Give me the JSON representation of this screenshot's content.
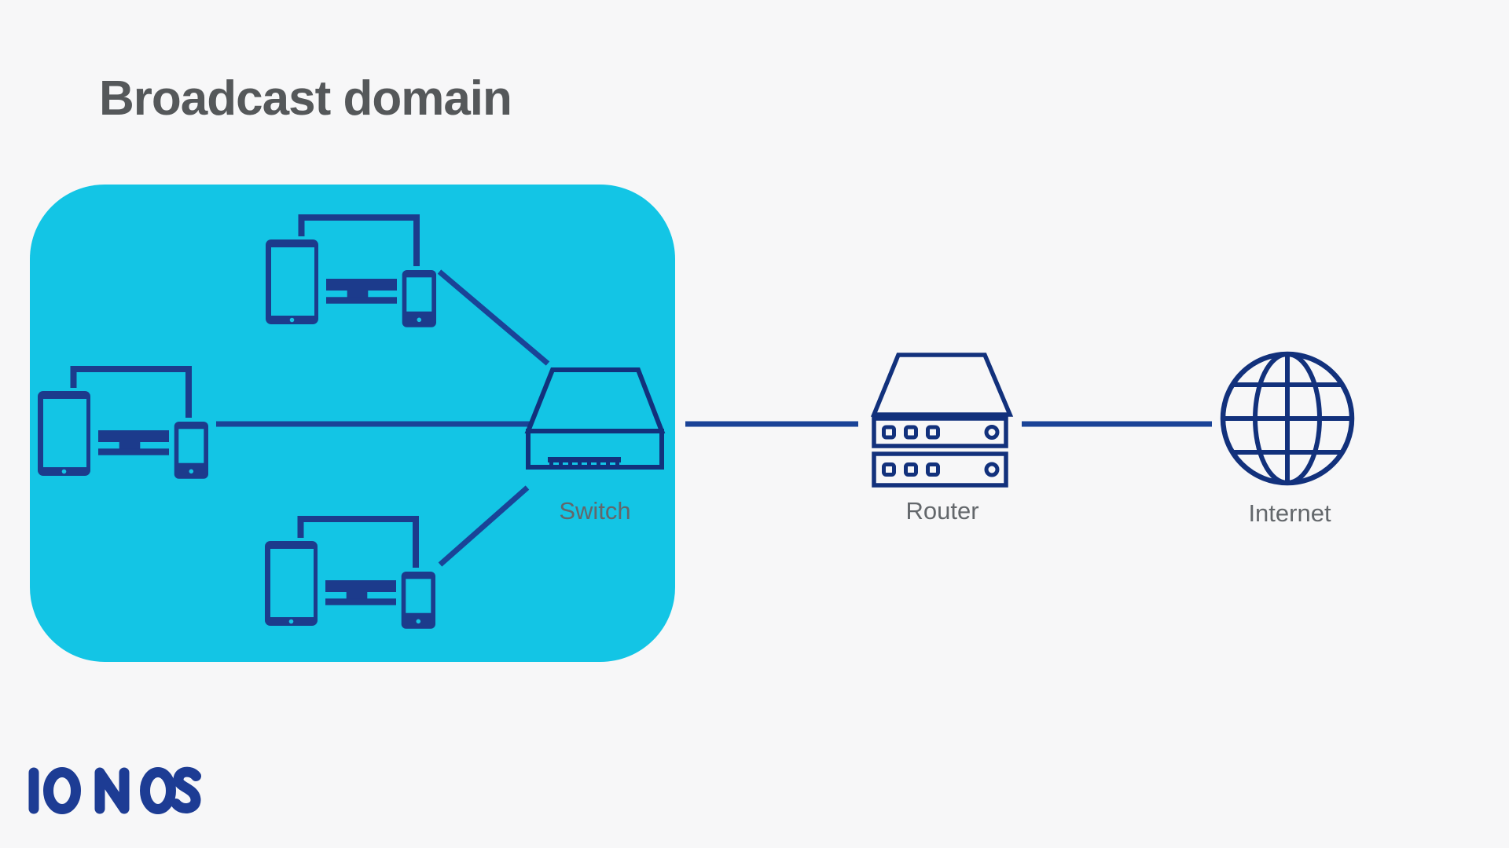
{
  "title": "Broadcast domain",
  "diagram": {
    "switch_label": "Switch",
    "router_label": "Router",
    "internet_label": "Internet",
    "device_group_count": 3,
    "device_group_icons": [
      "tablet",
      "desktop-monitor",
      "smartphone"
    ],
    "broadcast_domain_region_contains": [
      "device-group-1",
      "device-group-2",
      "device-group-3",
      "switch"
    ],
    "connections": [
      {
        "from": "device-group-1",
        "to": "switch"
      },
      {
        "from": "device-group-2",
        "to": "switch"
      },
      {
        "from": "device-group-3",
        "to": "switch"
      },
      {
        "from": "switch",
        "to": "router"
      },
      {
        "from": "router",
        "to": "internet"
      }
    ]
  },
  "logo_text": "IONOS",
  "colors": {
    "background": "#f7f7f8",
    "broadcast_domain_fill": "#13c5e5",
    "device_navy": "#1c3b8c",
    "icon_outline_navy": "#12317c",
    "connector_navy": "#1a4397",
    "title_gray": "#55585a",
    "label_gray": "#63676b",
    "logo_navy": "#1d3c94"
  }
}
